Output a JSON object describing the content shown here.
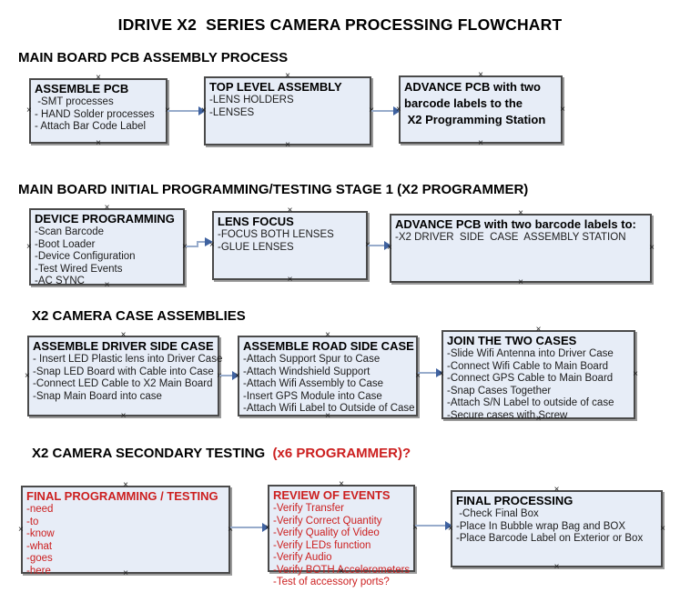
{
  "title": "IDRIVE X2  SERIES CAMERA PROCESSING FLOWCHART",
  "colors": {
    "box_fill": "#e7edf7",
    "box_border": "#4a4a4a",
    "red": "#cc1f1f",
    "arrow_line": "#97abcb",
    "arrow_head": "#3f62a0"
  },
  "icons": {
    "connection_handle": "×"
  },
  "sections": {
    "pcb_assembly": {
      "heading": "MAIN BOARD PCB ASSEMBLY PROCESS"
    },
    "initial_programming": {
      "heading": "MAIN BOARD INITIAL PROGRAMMING/TESTING STAGE 1 (X2 PROGRAMMER)"
    },
    "case_assemblies": {
      "heading": "X2 CAMERA CASE ASSEMBLIES"
    },
    "secondary_testing": {
      "heading": "X2 CAMERA SECONDARY TESTING ",
      "heading_accent": " (x6 PROGRAMMER)?"
    }
  },
  "boxes": {
    "assemble_pcb": {
      "title": "ASSEMBLE PCB",
      "items": [
        " -SMT processes",
        "- HAND Solder processes",
        "- Attach Bar Code Label"
      ]
    },
    "top_level_assembly": {
      "title": "TOP LEVEL ASSEMBLY",
      "items": [
        "-LENS HOLDERS",
        "-LENSES"
      ]
    },
    "advance_to_programming_station": {
      "line1": "ADVANCE PCB with two",
      "line2": "barcode labels to the",
      "line3": " X2 Programming Station"
    },
    "device_programming": {
      "title": "DEVICE PROGRAMMING",
      "items": [
        "-Scan Barcode",
        "-Boot Loader",
        "-Device Configuration",
        "-Test Wired Events",
        "-AC SYNC"
      ]
    },
    "lens_focus": {
      "title": "LENS FOCUS",
      "items": [
        "-FOCUS BOTH LENSES",
        "-GLUE LENSES"
      ]
    },
    "advance_to_assembly_station": {
      "title": "ADVANCE PCB with two barcode labels to:",
      "items": [
        "-X2 DRIVER  SIDE  CASE  ASSEMBLY STATION"
      ]
    },
    "assemble_driver_side_case": {
      "title": "ASSEMBLE DRIVER SIDE CASE",
      "items": [
        "- Insert LED Plastic lens into Driver Case",
        "-Snap LED Board with Cable into Case",
        "-Connect LED Cable to X2 Main Board",
        "-Snap Main Board into case"
      ]
    },
    "assemble_road_side_case": {
      "title": "ASSEMBLE ROAD SIDE CASE",
      "items": [
        "-Attach Support Spur to Case",
        "-Attach Windshield Support",
        "-Attach Wifi Assembly to Case",
        "-Insert GPS Module into Case",
        "-Attach Wifi Label to Outside of Case"
      ]
    },
    "join_the_two_cases": {
      "title": "JOIN THE TWO CASES",
      "items": [
        "-Slide Wifi Antenna into Driver Case",
        "-Connect Wifi Cable to Main Board",
        "-Connect GPS Cable to Main Board",
        "-Snap Cases Together",
        "-Attach S/N Label to outside of case",
        "-Secure cases with Screw"
      ]
    },
    "final_programming_testing": {
      "title": "FINAL PROGRAMMING / TESTING",
      "items": [
        "-need",
        "-to",
        "-know",
        "-what",
        "-goes",
        "-here"
      ]
    },
    "review_of_events": {
      "title": "REVIEW OF EVENTS",
      "items": [
        "-Verify Transfer",
        "-Verify Correct Quantity",
        "-Verify Quality of Video",
        "-Verify LEDs function",
        "-Verify Audio",
        "-Verify BOTH Accelerometers",
        "-Test of accessory ports?"
      ]
    },
    "final_processing": {
      "title": "FINAL PROCESSING",
      "items": [
        " -Check Final Box",
        "-Place In Bubble wrap Bag and BOX",
        "-Place Barcode Label on Exterior or Box"
      ]
    }
  }
}
